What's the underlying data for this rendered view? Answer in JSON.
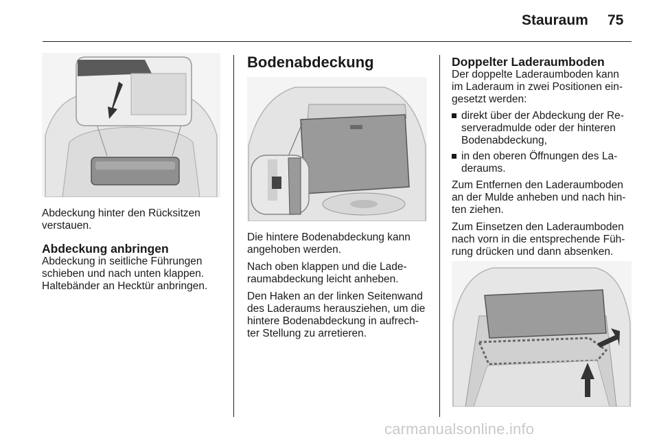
{
  "header": {
    "section_title": "Stauraum",
    "page_number": "75"
  },
  "left_column": {
    "caption": "Abdeckung hinter den Rücksitzen verstauen.",
    "heading": "Abdeckung anbringen",
    "body": "Abdeckung in seitliche Führungen schieben und nach unten klappen. Haltebänder an Hecktür anbringen."
  },
  "middle_column": {
    "heading": "Bodenabdeckung",
    "paragraphs": [
      "Die hintere Bodenabdeckung kann angehoben werden.",
      "Nach oben klappen und die Lade-raumabdeckung leicht anheben.",
      "Den Haken an der linken Seitenwand des Laderaums herausziehen, um die hintere Bodenabdeckung in aufrech-ter Stellung zu arretieren."
    ]
  },
  "right_column": {
    "heading": "Doppelter Laderaumboden",
    "intro": "Der doppelte Laderaumboden kann im Laderaum in zwei Positionen ein-gesetzt werden:",
    "bullets": [
      "direkt über der Abdeckung der Re-serveradmulde oder der hinteren Bodenabdeckung,",
      "in den oberen Öffnungen des La-deraums."
    ],
    "paragraphs": [
      "Zum Entfernen den Laderaumboden an der Mulde anheben und nach hin-ten ziehen.",
      "Zum Einsetzen den Laderaumboden nach vorn in die entsprechende Füh-rung drücken und dann absenken."
    ]
  },
  "watermark": "carmanualsonline.info"
}
